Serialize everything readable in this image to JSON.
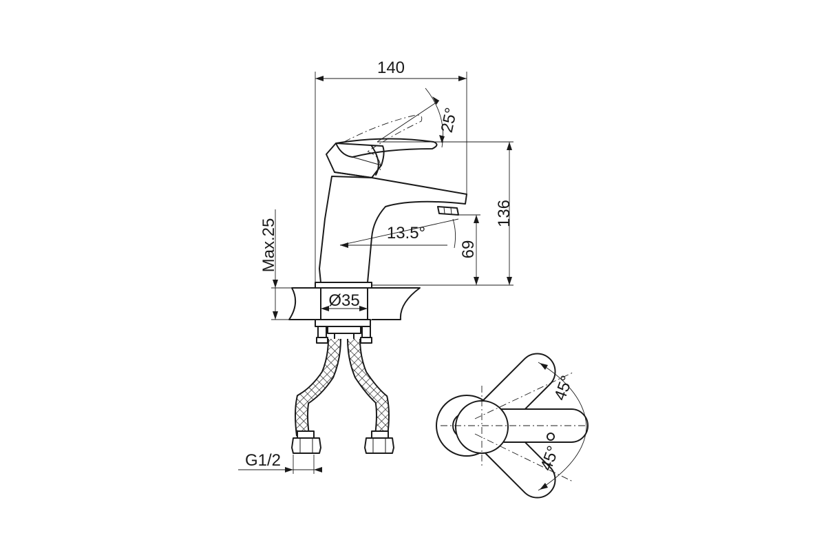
{
  "colors": {
    "line": "#1a1a1a",
    "background": "#ffffff"
  },
  "dimensions": {
    "width": "140",
    "height": "136",
    "spout_height": "69",
    "lever_angle": "25°",
    "spout_angle": "13.5°",
    "max_thickness": "Max.25",
    "base_diameter": "Ø35",
    "thread": "G1/2",
    "rotation_top": "45°",
    "rotation_bottom": "45°"
  }
}
